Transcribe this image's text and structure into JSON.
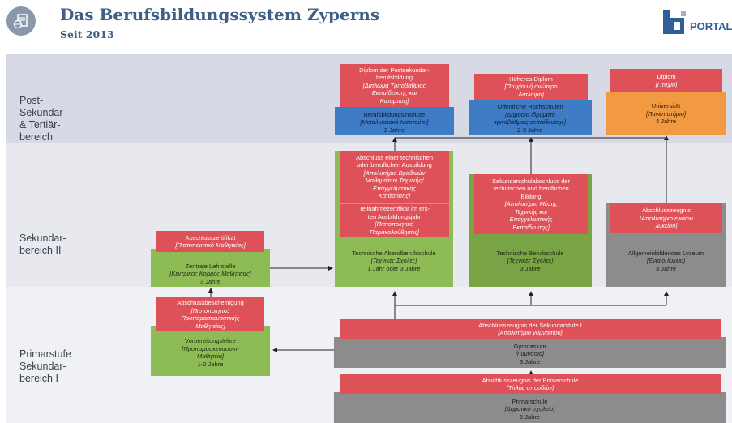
{
  "header": {
    "title": "Das Berufsbildungssystem Zyperns",
    "subtitle": "Seit 2013",
    "logo_text": "PORTAL",
    "icon": "globe-document-icon",
    "logo_icon": "portal-logo-icon"
  },
  "bands": {
    "post": [
      "Post-",
      "Sekundar-",
      "& Tertiär-",
      "bereich"
    ],
    "sek2": [
      "Sekundar-",
      "bereich II"
    ],
    "pri": [
      "Primarstufe",
      "Sekundar-",
      "bereich I"
    ]
  },
  "boxes": {
    "postsek_diplom": [
      "Diplom der Postsekundar-",
      "berufsbildung"
    ],
    "postsek_diplom_gr": [
      "[Δίπλωμα Τριτοβάθμιας",
      "Εκπαίδευσης και",
      "Κατάρτιση]"
    ],
    "berufsbildungsinstitute": [
      "Berufsbildungsinstitute"
    ],
    "berufsbildungsinstitute_gr": [
      "[Μεταλυκειακά Ινστιτούτα]"
    ],
    "berufsbildungsinstitute_dur": [
      "2 Jahre"
    ],
    "hoeheres_diplom": [
      "Höheres Diplom"
    ],
    "hoeheres_diplom_gr": [
      "[Πτυχίου ή ανώτερο",
      "Διπλώμα]"
    ],
    "hochschulen": [
      "Öffentliche Hochschulen"
    ],
    "hochschulen_gr": [
      "[Δημόσια ιδρύματα",
      "τριτοβάθμιας εκπαίδευσης]"
    ],
    "hochschulen_dur": [
      "2-3 Jahre"
    ],
    "diplom": [
      "Diplom"
    ],
    "diplom_gr": [
      "[Πτυχίο]"
    ],
    "universitaet": [
      "Universität"
    ],
    "universitaet_gr": [
      "[Πανεπιστήμιο]"
    ],
    "universitaet_dur": [
      "4 Jahre"
    ],
    "abschluss_abend": [
      "Abschluss einer technischen",
      "oder beruflichen Ausbildung"
    ],
    "abschluss_abend_gr": [
      "[Απολυτήριο Βραδινών",
      "Μαθημάτων Τεχνικής/",
      "Επαγγελματικής",
      "Κατάρτισης]"
    ],
    "teilnahme": [
      "Teilnahmezertifikat im ers-",
      "ten Ausbildungsjahr"
    ],
    "teilnahme_gr": [
      "[Πιστοποιητικό",
      "Παρακολούθησης]"
    ],
    "abendschule": [
      "Technische Abendberufsschule"
    ],
    "abendschule_gr": [
      "[Τεχνικές Σχολές]"
    ],
    "abendschule_dur": [
      "1 Jahr oder 3 Jahre"
    ],
    "sek_abschluss_tech": [
      "Sekundarschulabschluss der",
      "technischen und beruflichen",
      "Bildung"
    ],
    "sek_abschluss_tech_gr": [
      "[Απολυτήριο Μέσης",
      "Τεχνικής και",
      "Επαγγελματικής",
      "Εκπαίδευσης]"
    ],
    "berufsschule": [
      "Technische Berufsschule"
    ],
    "berufsschule_gr": [
      "[Τεχνικές Σχολές]"
    ],
    "berufsschule_dur": [
      "3 Jahre"
    ],
    "abschlusszeugnis": [
      "Abschlusszeugnis"
    ],
    "abschlusszeugnis_gr": [
      "[Απολυτήριο ενιαίου",
      "λυκείου]"
    ],
    "lyzeum": [
      "Allgemeinbildendes Lyzeum"
    ],
    "lyzeum_gr": [
      "[Ενιαίο λύκειο]"
    ],
    "lyzeum_dur": [
      "3 Jahre"
    ],
    "abschlusszertifikat": [
      "Abschlusszertifikat"
    ],
    "abschlusszertifikat_gr": [
      "[Πιστοποιητικό Μαθητείας]"
    ],
    "lehrstelle": [
      "Zentrale Lehrstelle"
    ],
    "lehrstelle_gr": [
      "[Κεντρικός Κορμός Μαθητείας]"
    ],
    "lehrstelle_dur": [
      "3 Jahre"
    ],
    "abschlussbescheinigung": [
      "Abschlussbescheinigung"
    ],
    "abschlussbescheinigung_gr": [
      "[Πιστοποιητικό",
      "Προπαρασκευαστικής",
      "Μαθητείας]"
    ],
    "vorbereitung": [
      "Vorbereitungslehre"
    ],
    "vorbereitung_gr": [
      "[Προπαρασκευαστική",
      "Μαθητεία]"
    ],
    "vorbereitung_dur": [
      "1-2 Jahre"
    ],
    "sek1_zeugnis": [
      "Abschlusszeugnis der Sekundarstufe I"
    ],
    "sek1_zeugnis_gr": [
      "[Απολυτήριο γυμνασίου]"
    ],
    "gymnasium": [
      "Gymnasium"
    ],
    "gymnasium_gr": [
      "[Γυμνάσιο]"
    ],
    "gymnasium_dur": [
      "3 Jahre"
    ],
    "primar_zeugnis": [
      "Abschlusszeugnis der Primarschule"
    ],
    "primar_zeugnis_gr": [
      "[Τίτλος σπουδών]"
    ],
    "primarschule": [
      "Primarschule"
    ],
    "primarschule_gr": [
      "[Δημοτικό σχολείο]"
    ],
    "primarschule_dur": [
      "6 Jahre"
    ]
  },
  "colors": {
    "title": "#3f5f86",
    "certificate": "#de5158",
    "vocational": "#8dbb55",
    "vocational_dark": "#79a445",
    "post_secondary": "#3e7cc6",
    "university": "#f19a42",
    "general": "#8c8c8c"
  }
}
